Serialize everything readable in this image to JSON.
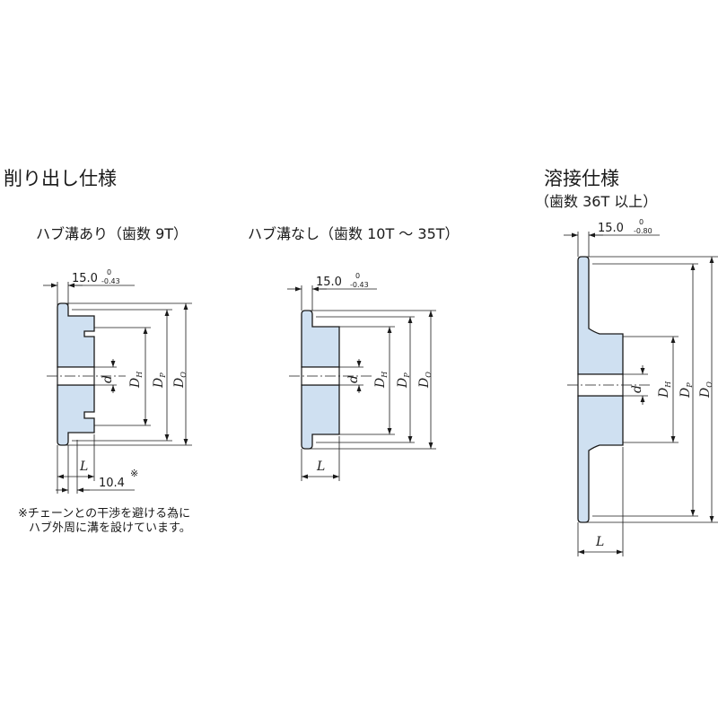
{
  "titles": {
    "machined": "削り出し仕様",
    "welded": "溶接仕様",
    "welded_sub": "（歯数 36T 以上）"
  },
  "variants": {
    "groove": "ハブ溝あり（歯数 9T）",
    "nogroove": "ハブ溝なし（歯数 10T ～ 35T）"
  },
  "dims": {
    "thickness": "15.0",
    "tol_upper": "0",
    "tol_lower_machined": "-0.43",
    "tol_lower_welded": "-0.80",
    "groove_width": "10.4",
    "groove_mark": "※"
  },
  "labels": {
    "d": "d",
    "dh_main": "D",
    "dh_sub": "H",
    "dp_main": "D",
    "dp_sub": "P",
    "do_main": "D",
    "do_sub": "O",
    "L": "L"
  },
  "note": {
    "line1": "※チェーンとの干渉を避ける為に",
    "line2": "ハブ外周に溝を設けています。"
  }
}
